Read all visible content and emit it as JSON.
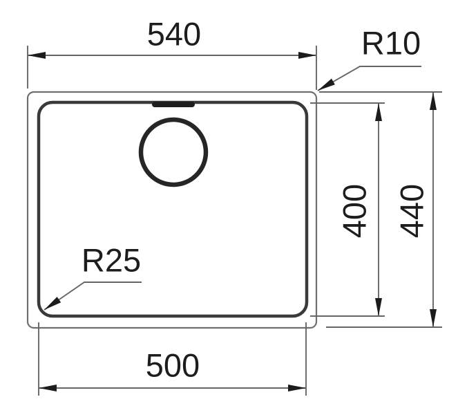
{
  "drawing": {
    "labels": {
      "outer_width": "540",
      "inner_width": "500",
      "inner_height": "400",
      "outer_height": "440",
      "outer_corner_radius": "R10",
      "bowl_corner_radius": "R25"
    },
    "colors": {
      "background": "#ffffff",
      "thin_line": "#666666",
      "rim_line": "#6f6f6f",
      "bowl_line": "#3a3a3a",
      "drain_line": "#262626",
      "text": "#1d1d1d",
      "arrow": "#1c1c1c"
    }
  }
}
